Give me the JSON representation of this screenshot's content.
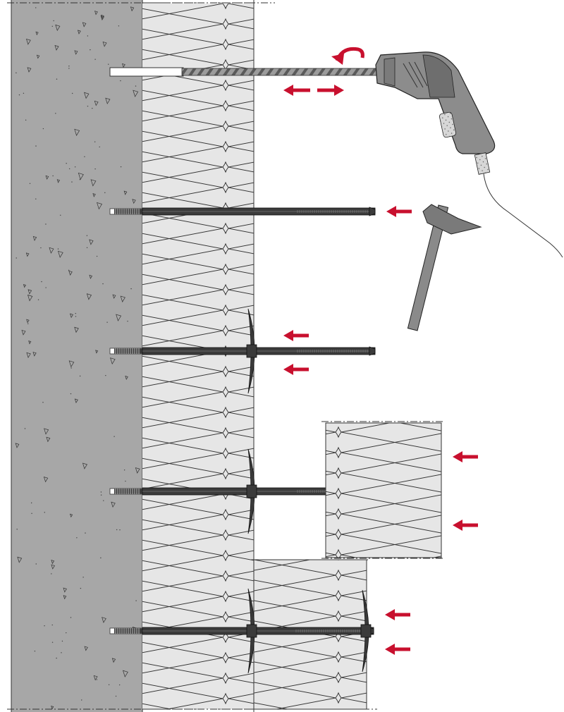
{
  "diagram": {
    "kind": "installation-steps",
    "steps": [
      {
        "step": 1,
        "action": "drill",
        "tool": "hammer-drill",
        "parts": [
          "drill-bit",
          "drill-hole"
        ]
      },
      {
        "step": 2,
        "action": "hammer-in",
        "tool": "hammer",
        "parts": [
          "anchor-sleeve"
        ]
      },
      {
        "step": 3,
        "action": "press-washer",
        "tool": null,
        "parts": [
          "anchor-sleeve",
          "washer"
        ]
      },
      {
        "step": 4,
        "action": "add-second-layer",
        "tool": null,
        "parts": [
          "anchor-sleeve",
          "washer",
          "insulation-board"
        ]
      },
      {
        "step": 5,
        "action": "press-outer-washer",
        "tool": null,
        "parts": [
          "anchor-sleeve",
          "washer",
          "outer-washer"
        ]
      }
    ],
    "materials": [
      "concrete-wall",
      "insulation-layer",
      "second-insulation-layer"
    ]
  },
  "colors": {
    "concrete": "#a7a7a7",
    "insulation": "#e6e6e6",
    "anchor": "#3b3b3b",
    "arrow": "#c8102e",
    "drill": "#8a8a8a",
    "outline": "#222222"
  },
  "icons": [
    "rotation-arrow-icon",
    "push-arrow-icon",
    "pull-arrow-icon",
    "hammer-icon",
    "drill-icon"
  ]
}
